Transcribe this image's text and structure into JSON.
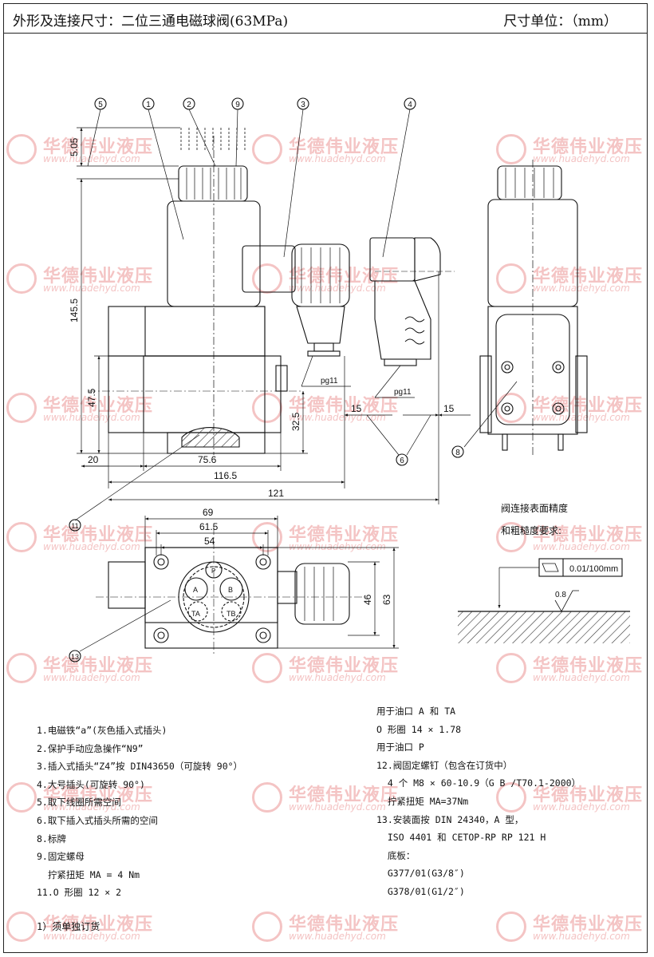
{
  "header": {
    "title": "外形及连接尺寸：二位三通电磁球阀(63MPa)",
    "unit": "尺寸单位：（mm）"
  },
  "watermark": {
    "brand": "华德伟业液压",
    "url": "www.huadehyd.com"
  },
  "callouts": [
    "5",
    "1",
    "2",
    "9",
    "3",
    "4",
    "6",
    "8",
    "11",
    "13"
  ],
  "dimensions": {
    "d_5_05": "5.05",
    "d_145_5": "145.5",
    "d_47_5": "47.5",
    "d_32_5": "32.5",
    "d_20": "20",
    "d_75_6": "75.6",
    "d_116_5": "116.5",
    "d_121": "121",
    "d_15a": "15",
    "d_15b": "15",
    "d_69": "69",
    "d_61_5": "61.5",
    "d_54": "54",
    "d_46": "46",
    "d_63": "63",
    "pg11a": "pg11",
    "pg11b": "pg11",
    "port_a": "A",
    "port_b": "B",
    "port_ta": "TA",
    "port_tb": "TB",
    "port_p": "P"
  },
  "surface": {
    "label1": "阀连接表面精度",
    "label2": "和粗糙度要求:",
    "flatness": "0.01/100mm",
    "roughness": "0.8"
  },
  "notes_left": [
    "1.电磁铁“a”(灰色插入式插头)",
    "2.保护手动应急操作“N9”",
    "3.插入式插头“Z4”按 DIN43650（可旋转 90°）",
    "4.大号插头(可旋转 90°)",
    "5.取下线圈所需空间",
    "6.取下插入式插头所需的空间",
    "8.标牌",
    "9.固定螺母",
    "  拧紧扭矩 MA = 4 Nm",
    "11.O 形圈 12 × 2"
  ],
  "notes_right": [
    "用于油口 A 和 TA",
    "O 形圈 14 × 1.78",
    "用于油口 P",
    "12.阀固定螺钉（包含在订货中）",
    "  4 个 M8 × 60-10.9（G B /T70.1-2000）",
    "  拧紧扭矩 MA=37Nm",
    "13.安装面按 DIN 24340，A 型，",
    "  ISO 4401 和 CETOP-RP RP 121 H",
    "  底板：",
    "  G377/01(G3/8″)",
    "  G378/01(G1/2″)"
  ],
  "footnote": "1）须单独订货"
}
